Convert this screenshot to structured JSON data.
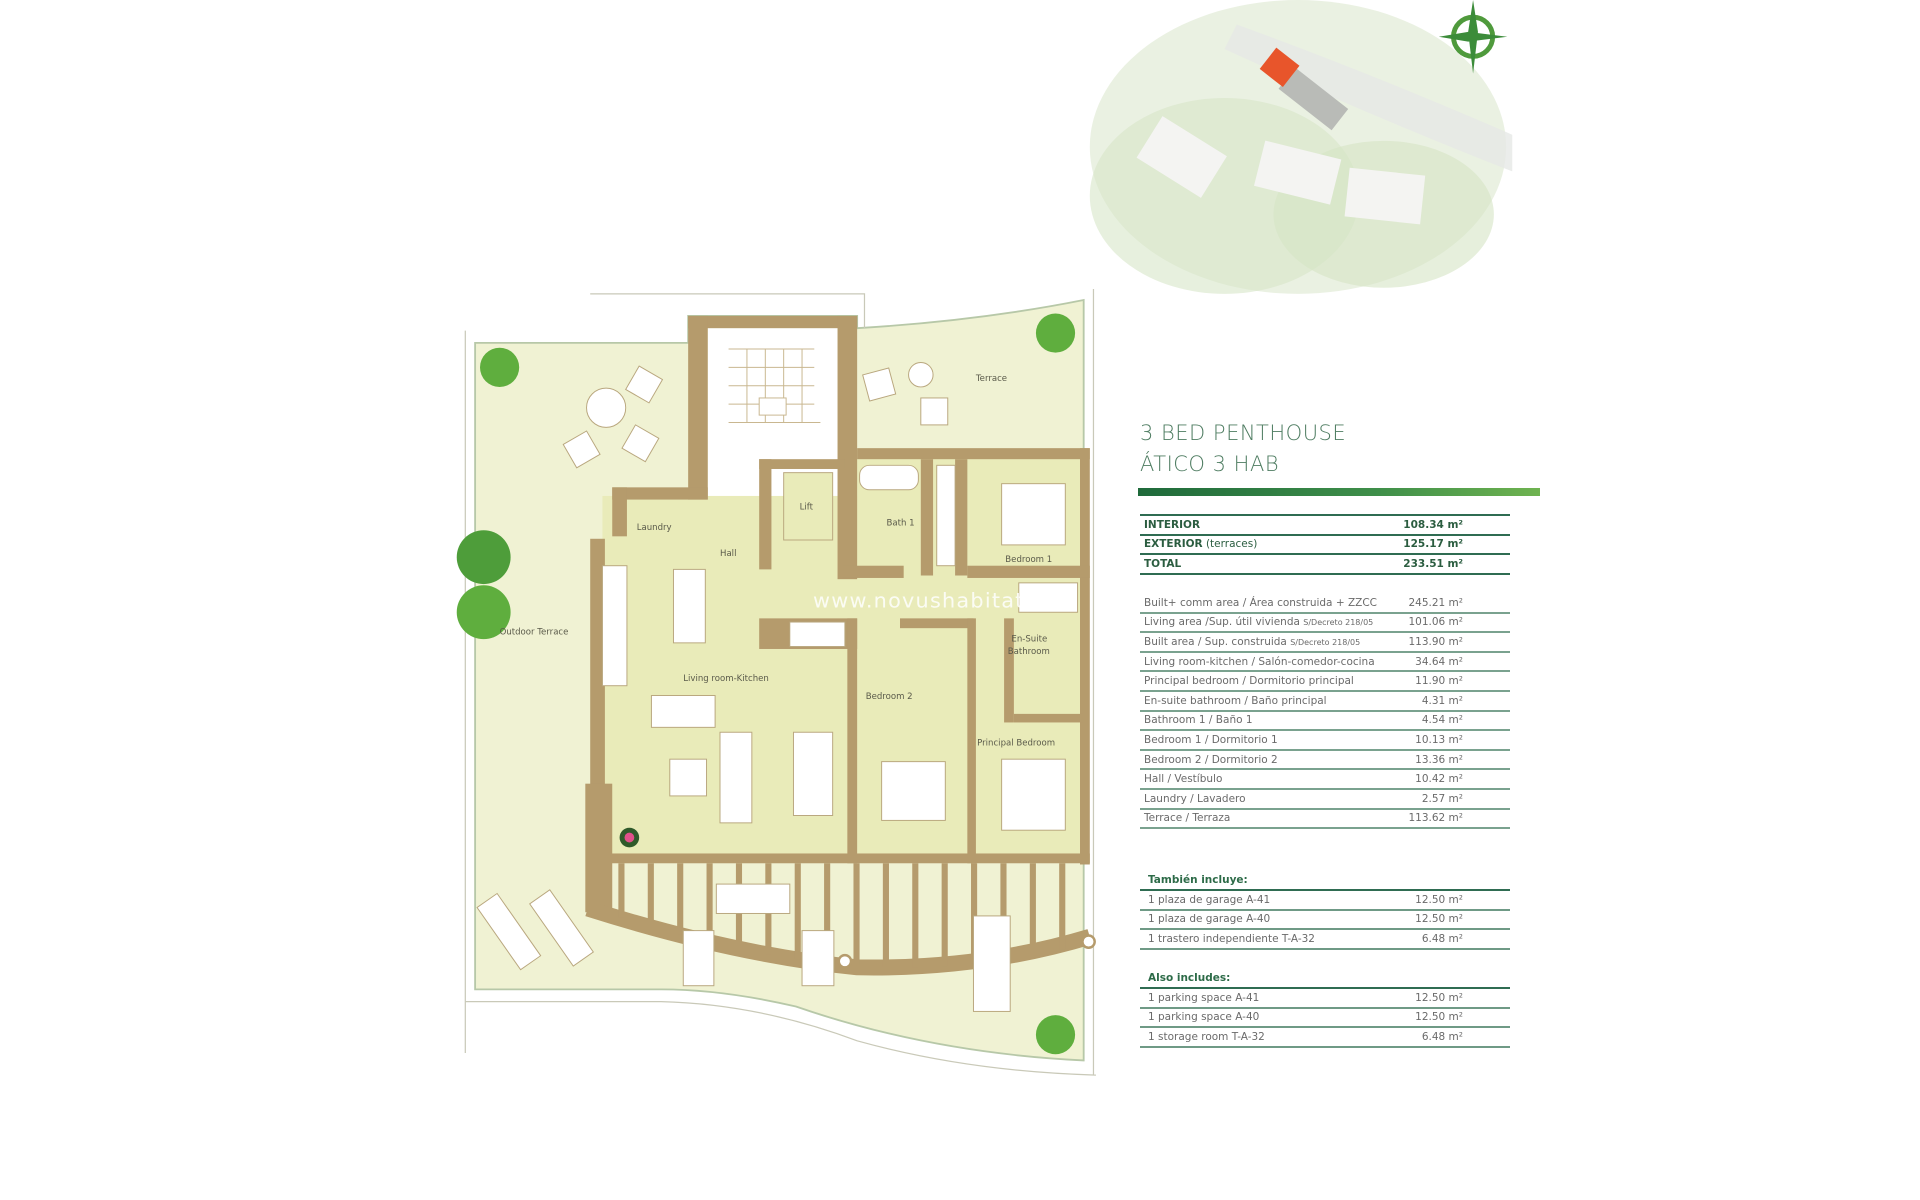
{
  "heading": {
    "line1": "3 BED PENTHOUSE",
    "line2": "ÁTICO 3 HAB"
  },
  "summary": [
    {
      "label": "INTERIOR",
      "note": "",
      "value": "108.34 m²"
    },
    {
      "label": "EXTERIOR",
      "note": " (terraces)",
      "value": "125.17 m²"
    },
    {
      "label": "TOTAL",
      "note": "",
      "value": "233.51 m²"
    }
  ],
  "details": [
    {
      "label": "Built+ comm  area / Área construida + ZZCC",
      "note": "",
      "value": "245.21 m²"
    },
    {
      "label": "Living area /Sup. útil vivienda ",
      "note": "S/Decreto 218/05",
      "value": "101.06 m²"
    },
    {
      "label": "Built area / Sup. construida  ",
      "note": "S/Decreto 218/05",
      "value": "113.90 m²"
    },
    {
      "label": "Living room-kitchen / Salón-comedor-cocina",
      "note": "",
      "value": "34.64 m²"
    },
    {
      "label": "Principal bedroom / Dormitorio principal",
      "note": "",
      "value": "11.90 m²"
    },
    {
      "label": "En-suite bathroom / Baño principal",
      "note": "",
      "value": "4.31 m²"
    },
    {
      "label": "Bathroom 1 / Baño 1",
      "note": "",
      "value": "4.54 m²"
    },
    {
      "label": "Bedroom 1 / Dormitorio 1",
      "note": "",
      "value": "10.13 m²"
    },
    {
      "label": "Bedroom 2 / Dormitorio 2",
      "note": "",
      "value": "13.36 m²"
    },
    {
      "label": "Hall / Vestíbulo",
      "note": "",
      "value": "10.42 m²"
    },
    {
      "label": "Laundry / Lavadero",
      "note": "",
      "value": "2.57 m²"
    },
    {
      "label": "Terrace / Terraza",
      "note": "",
      "value": "113.62 m²"
    }
  ],
  "extras": [
    {
      "heading": "También incluye:",
      "items": [
        {
          "label": "1 plaza de garage A-41",
          "value": "12.50 m²"
        },
        {
          "label": "1 plaza de garage A-40",
          "value": "12.50 m²"
        },
        {
          "label": "1 trastero independiente T-A-32",
          "value": "6.48 m²"
        }
      ]
    },
    {
      "heading": "Also includes:",
      "items": [
        {
          "label": "1 parking space A-41",
          "value": "12.50 m²"
        },
        {
          "label": "1 parking space A-40",
          "value": "12.50 m²"
        },
        {
          "label": "1 storage room T-A-32",
          "value": "6.48 m²"
        }
      ]
    }
  ],
  "plan": {
    "rooms": {
      "terrace": "Terrace",
      "laundry": "Laundry",
      "lift": "Lift",
      "bath1": "Bath 1",
      "hall": "Hall",
      "bedroom1": "Bedroom 1",
      "outdoor_terrace": "Outdoor Terrace",
      "living": "Living room-Kitchen",
      "ensuite1": "En-Suite",
      "ensuite2": "Bathroom",
      "bedroom2": "Bedroom 2",
      "principal": "Principal Bedroom"
    },
    "watermark": "www.novushabitat.es"
  },
  "site_map": {
    "highlight_color": "#e8552b",
    "compass_color": "#4f9a3c"
  },
  "colors": {
    "accent": "#2f6c52",
    "wall": "#b59b6c",
    "interior": "#e9ebb9",
    "terrace": "#f0f2d3"
  }
}
